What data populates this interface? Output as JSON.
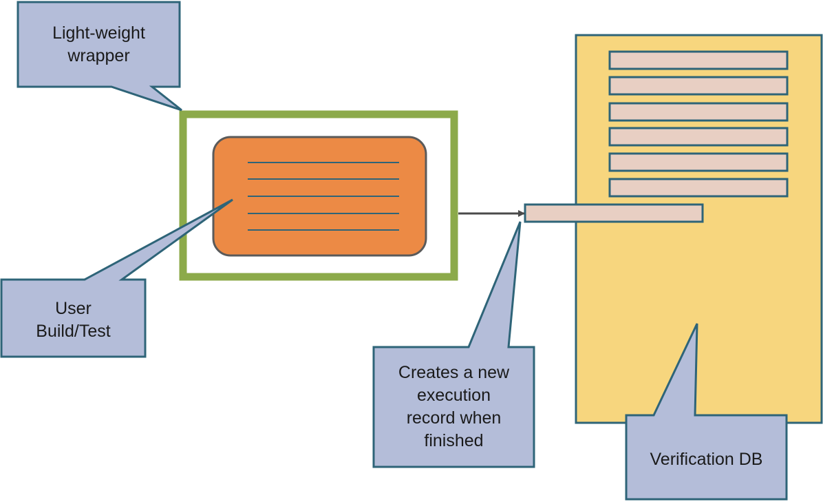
{
  "callouts": {
    "wrapper": "Light-weight\nwrapper",
    "user_build": "User\nBuild/Test",
    "creates_record": "Creates a new\nexecution\nrecord when\nfinished",
    "verification_db": "Verification DB"
  },
  "db": {
    "record_count": 6,
    "new_record_count": 1
  },
  "colors": {
    "callout_fill": "#B4BDD9",
    "callout_stroke": "#2E6478",
    "wrapper_border": "#8CAA4A",
    "build_fill": "#EC8A45",
    "build_stroke": "#5A5A5A",
    "db_fill": "#F7D67E",
    "db_stroke": "#2E6478",
    "record_fill": "#E8CFC3",
    "arrow": "#4A4A4A"
  }
}
